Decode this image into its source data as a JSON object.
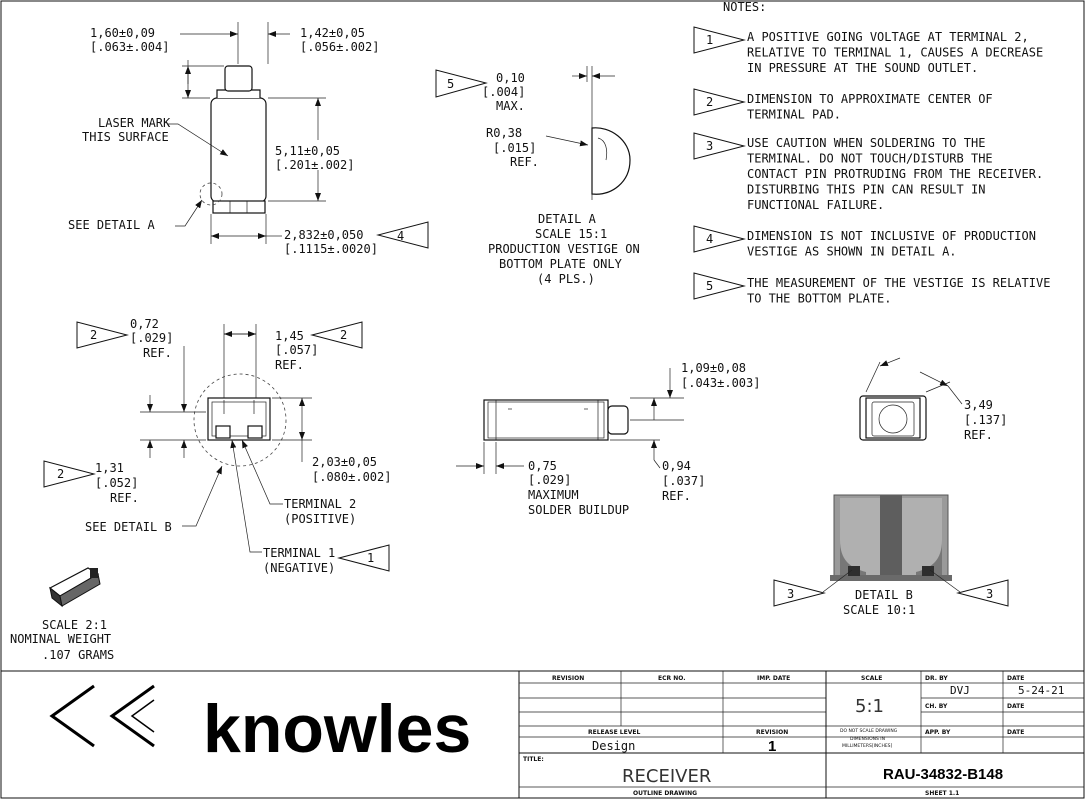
{
  "notes": {
    "heading": "NOTES:",
    "items": [
      {
        "num": "1",
        "lines": [
          "A POSITIVE GOING VOLTAGE AT TERMINAL 2,",
          "RELATIVE TO TERMINAL 1, CAUSES A DECREASE",
          "IN PRESSURE AT THE SOUND OUTLET."
        ]
      },
      {
        "num": "2",
        "lines": [
          "DIMENSION TO APPROXIMATE CENTER OF",
          "TERMINAL PAD."
        ]
      },
      {
        "num": "3",
        "lines": [
          "USE CAUTION WHEN SOLDERING TO THE",
          "TERMINAL.  DO NOT TOUCH/DISTURB THE",
          "CONTACT PIN PROTRUDING FROM THE RECEIVER.",
          "DISTURBING THIS PIN CAN RESULT IN",
          "FUNCTIONAL FAILURE."
        ]
      },
      {
        "num": "4",
        "lines": [
          "DIMENSION IS NOT INCLUSIVE OF PRODUCTION",
          "VESTIGE AS SHOWN IN DETAIL A."
        ]
      },
      {
        "num": "5",
        "lines": [
          "THE MEASUREMENT OF THE VESTIGE IS RELATIVE",
          "TO THE BOTTOM PLATE."
        ]
      }
    ]
  },
  "dims": {
    "d160_mm": "1,60±0,09",
    "d160_in": "[.063±.004]",
    "d142_mm": "1,42±0,05",
    "d142_in": "[.056±.002]",
    "d511_mm": "5,11±0,05",
    "d511_in": "[.201±.002]",
    "d2832_mm": "2,832±0,050",
    "d2832_in": "[.1115±.0020]",
    "d010_mm": "0,10",
    "d010_in": "[.004]",
    "d010_max": "MAX.",
    "r038_mm": "R0,38",
    "r038_in": "[.015]",
    "r038_ref": "REF.",
    "d072_mm": "0,72",
    "d072_in": "[.029]",
    "d072_ref": "REF.",
    "d145_mm": "1,45",
    "d145_in": "[.057]",
    "d145_ref": "REF.",
    "d131_mm": "1,31",
    "d131_in": "[.052]",
    "d131_ref": "REF.",
    "d203_mm": "2,03±0,05",
    "d203_in": "[.080±.002]",
    "d109_mm": "1,09±0,08",
    "d109_in": "[.043±.003]",
    "d075_mm": "0,75",
    "d075_in": "[.029]",
    "d075_l1": "MAXIMUM",
    "d075_l2": "SOLDER BUILDUP",
    "d094_mm": "0,94",
    "d094_in": "[.037]",
    "d094_ref": "REF.",
    "d349_mm": "3,49",
    "d349_in": "[.137]",
    "d349_ref": "REF."
  },
  "labels": {
    "laser1": "LASER MARK",
    "laser2": "THIS SURFACE",
    "see_a": "SEE DETAIL  A",
    "see_b": "SEE DETAIL  B",
    "det_a1": "DETAIL  A",
    "det_a2": "SCALE  15:1",
    "det_a3": "PRODUCTION VESTIGE ON",
    "det_a4": "BOTTOM PLATE ONLY",
    "det_a5": "(4 PLS.)",
    "term2a": "TERMINAL 2",
    "term2b": "(POSITIVE)",
    "term1a": "TERMINAL 1",
    "term1b": "(NEGATIVE)",
    "det_b1": "DETAIL B",
    "det_b2": "SCALE  10:1",
    "iso1": "SCALE  2:1",
    "iso2": "NOMINAL WEIGHT",
    "iso3": ".107 GRAMS"
  },
  "flags": {
    "n5a": "5",
    "n2a": "2",
    "n2b": "2",
    "n2c": "2",
    "n4": "4",
    "n1": "1",
    "n3a": "3",
    "n3b": "3"
  },
  "title_block": {
    "company": "knowles",
    "hdr_revision": "REVISION",
    "hdr_ecr": "ECR NO.",
    "hdr_imp": "IMP. DATE",
    "hdr_scale": "SCALE",
    "scale": "5:1",
    "no_scale1": "DO NOT SCALE DRAWING",
    "no_scale2": "DIMENSIONS IN",
    "no_scale3": "MILLIMETERS[INCHES]",
    "hdr_drby": "DR. BY",
    "drby": "DVJ",
    "hdr_date1": "DATE",
    "date1": "5-24-21",
    "hdr_chby": "CH. BY",
    "hdr_date2": "DATE",
    "hdr_release": "RELEASE LEVEL",
    "release": "Design",
    "hdr_rev2": "REVISION",
    "rev": "1",
    "hdr_appby": "APP. BY",
    "hdr_date3": "DATE",
    "hdr_title": "TITLE:",
    "title": "RECEIVER",
    "subtitle": "OUTLINE DRAWING",
    "part_no": "RAU-34832-B148",
    "sheet": "SHEET 1.1"
  }
}
